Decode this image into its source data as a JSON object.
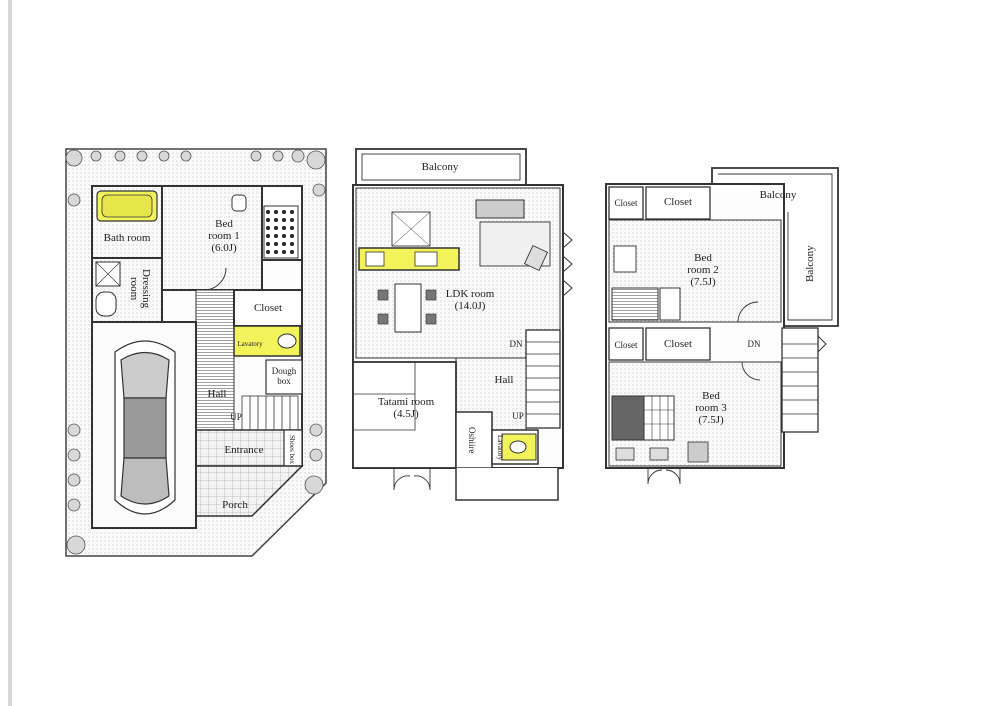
{
  "floor1": {
    "bath_room": "Bath room",
    "bed_room_1": "Bed\nroom 1\n(6.0J)",
    "dressing_room": "Dressing\nroom",
    "closet": "Closet",
    "lavatory": "Lavatory",
    "dough_box": "Dough\nbox",
    "hall": "Hall",
    "up": "UP",
    "entrance": "Entrance",
    "shoes_box": "Shoes box",
    "porch": "Porch"
  },
  "floor2": {
    "balcony": "Balcony",
    "ldk_room": "LDK room\n(14.0J)",
    "dn": "DN",
    "hall": "Hall",
    "tatami_room": "Tatami room\n(4.5J)",
    "oshiire": "Oshiire",
    "up": "UP",
    "lavatory": "Lavatory"
  },
  "floor3": {
    "closet_small_top": "Closet",
    "closet_top": "Closet",
    "balcony_top": "Balcony",
    "balcony_side": "Balcony",
    "bed_room_2": "Bed\nroom 2\n(7.5J)",
    "closet_small_mid": "Closet",
    "closet_mid": "Closet",
    "dn": "DN",
    "bed_room_3": "Bed\nroom 3\n(7.5J)"
  },
  "colors": {
    "wall": "#333333",
    "fixture_highlight": "#f2f25a",
    "floor_tint": "#eeeeee"
  }
}
